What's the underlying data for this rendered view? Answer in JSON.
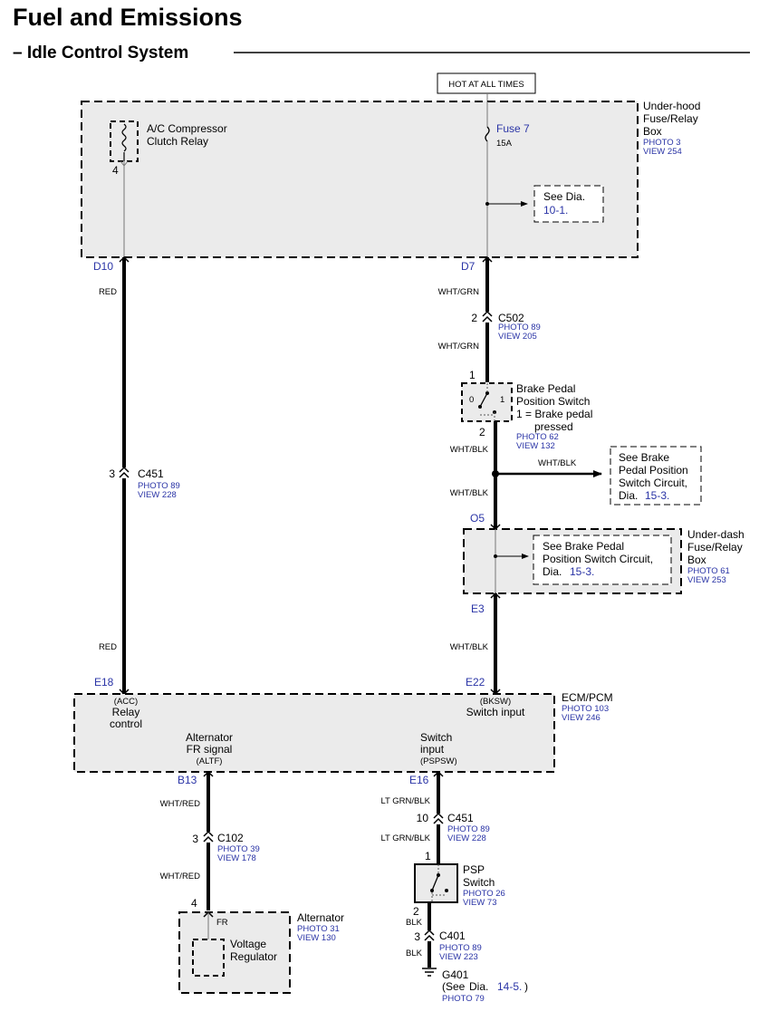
{
  "header": {
    "title": "Fuel and Emissions",
    "subtitle": "– Idle Control System"
  },
  "power": {
    "hot_label": "HOT AT ALL TIMES"
  },
  "underhood_box": {
    "name": [
      "Under-hood",
      "Fuse/Relay",
      "Box"
    ],
    "photo": "PHOTO 3",
    "view": "VIEW 254",
    "relay_name": [
      "A/C Compressor",
      "Clutch Relay"
    ],
    "relay_pin": "4",
    "fuse_name": "Fuse 7",
    "fuse_rating": "15A",
    "see_dia_label": "See Dia.",
    "see_dia_ref": "10-1.",
    "terminal_left": "D10",
    "terminal_right": "D7"
  },
  "left_branch": {
    "wire_top": "RED",
    "wire_bottom": "RED",
    "connector_pin": "3",
    "connector": "C451",
    "connector_photo": "PHOTO 89",
    "connector_view": "VIEW 228"
  },
  "right_branch": {
    "wire_top": "WHT/GRN",
    "wire_mid": "WHT/GRN",
    "connector_pin": "2",
    "connector": "C502",
    "connector_photo": "PHOTO 89",
    "connector_view": "VIEW 205",
    "switch_pin_top": "1",
    "switch_pin_bottom": "2",
    "switch_pos_0": "0",
    "switch_pos_1": "1",
    "switch_name": [
      "Brake Pedal",
      "Position Switch",
      "1 = Brake pedal",
      "pressed"
    ],
    "switch_photo": "PHOTO 62",
    "switch_view": "VIEW 132",
    "wire_below_switch": "WHT/BLK",
    "wire_branch": "WHT/BLK",
    "wire_above_o5": "WHT/BLK",
    "see_brake_lines": [
      "See Brake",
      "Pedal Position",
      "Switch Circuit,"
    ],
    "see_brake_dia": "Dia.",
    "see_brake_ref": "15-3.",
    "terminal_o5": "O5",
    "terminal_e3": "E3",
    "wire_bottom": "WHT/BLK"
  },
  "underdash_box": {
    "name": [
      "Under-dash",
      "Fuse/Relay",
      "Box"
    ],
    "photo": "PHOTO 61",
    "view": "VIEW 253",
    "see_lines": [
      "See Brake Pedal",
      "Position Switch Circuit,"
    ],
    "see_dia": "Dia.",
    "see_ref": "15-3."
  },
  "ecm": {
    "name": "ECM/PCM",
    "photo": "PHOTO 103",
    "view": "VIEW 246",
    "terminal_e18": "E18",
    "terminal_e22": "E22",
    "terminal_b13": "B13",
    "terminal_e16": "E16",
    "acc_code": "(ACC)",
    "acc_label": [
      "Relay",
      "control"
    ],
    "bksw_code": "(BKSW)",
    "bksw_label": "Switch input",
    "altf_label": [
      "Alternator",
      "FR signal"
    ],
    "altf_code": "(ALTF)",
    "pspsw_label": [
      "Switch",
      "input"
    ],
    "pspsw_code": "(PSPSW)"
  },
  "alt_branch": {
    "wire_top": "WHT/RED",
    "wire_bottom": "WHT/RED",
    "connector_pin": "3",
    "connector": "C102",
    "connector_photo": "PHOTO 39",
    "connector_view": "VIEW 178",
    "alt_pin": "4",
    "fr_label": "FR",
    "regulator": [
      "Voltage",
      "Regulator"
    ],
    "alt_name": "Alternator",
    "alt_photo": "PHOTO 31",
    "alt_view": "VIEW 130"
  },
  "psp_branch": {
    "wire_top": "LT GRN/BLK",
    "wire_mid": "LT GRN/BLK",
    "connector_pin": "10",
    "connector": "C451",
    "connector_photo": "PHOTO 89",
    "connector_view": "VIEW 228",
    "switch_pin_top": "1",
    "switch_pin_bottom": "2",
    "switch_name": [
      "PSP",
      "Switch"
    ],
    "switch_photo": "PHOTO 26",
    "switch_view": "VIEW 73",
    "wire_blk1": "BLK",
    "wire_blk2": "BLK",
    "c401_pin": "3",
    "c401": "C401",
    "c401_photo": "PHOTO 89",
    "c401_view": "VIEW 223",
    "ground": "G401",
    "ground_see": "(See",
    "ground_dia": "Dia.",
    "ground_ref": "14-5.",
    "ground_close": ")",
    "ground_photo": "PHOTO 79"
  }
}
